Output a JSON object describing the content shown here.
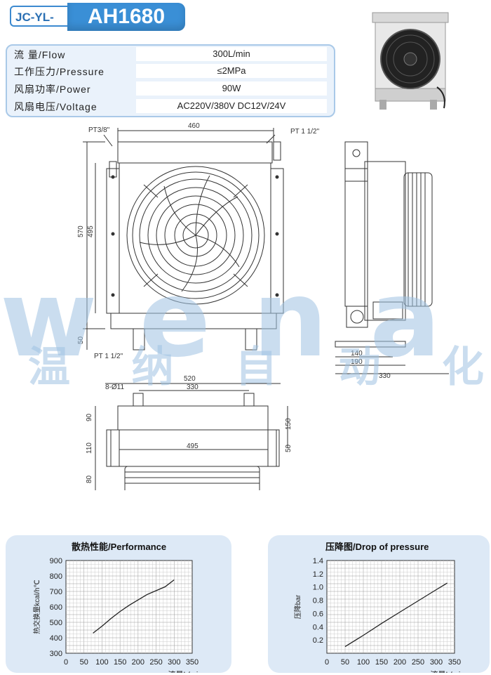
{
  "header": {
    "prefix": "JC-YL-",
    "model": "AH1680"
  },
  "specs": [
    {
      "label": "流    量/Flow",
      "value": "300L/min"
    },
    {
      "label": "工作压力/Pressure",
      "value": "≤2MPa"
    },
    {
      "label": "风扇功率/Power",
      "value": "90W"
    },
    {
      "label": "风扇电压/Voltage",
      "value": "AC220V/380V DC12V/24V"
    }
  ],
  "drawing": {
    "front": {
      "port_top_left": "PT3/8\"",
      "width_top": "460",
      "port_top_right": "PT 1 1/2\"",
      "h_outer": "570",
      "h_inner": "495",
      "h_bottom": "50",
      "port_bottom": "PT 1 1/2\""
    },
    "side": {
      "d1": "140",
      "d2": "190",
      "d3": "330"
    },
    "top": {
      "w_outer": "520",
      "w_inner": "330",
      "holes": "8-Ø11",
      "h1": "90",
      "h2": "110",
      "h3": "80",
      "w_core": "495",
      "r1": "150",
      "r2": "50"
    }
  },
  "watermark": {
    "latin": "wena",
    "chinese": [
      "温",
      "纳",
      "自",
      "动",
      "化"
    ]
  },
  "chart_data": [
    {
      "type": "line",
      "title": "散热性能/Performance",
      "xlabel": "流量L/min",
      "ylabel": "热交换量kcal/h℃",
      "x_ticks": [
        "0",
        "50",
        "100",
        "150",
        "200",
        "250",
        "300",
        "350"
      ],
      "y_ticks": [
        "300",
        "400",
        "500",
        "600",
        "700",
        "800",
        "900"
      ],
      "xlim": [
        0,
        350
      ],
      "ylim": [
        300,
        900
      ],
      "x": [
        75,
        100,
        125,
        150,
        175,
        200,
        225,
        250,
        275,
        300
      ],
      "y": [
        430,
        475,
        525,
        570,
        610,
        645,
        680,
        705,
        730,
        775
      ]
    },
    {
      "type": "line",
      "title": "压降图/Drop of pressure",
      "xlabel": "流量L/min",
      "ylabel": "压降bar",
      "x_ticks": [
        "0",
        "50",
        "100",
        "150",
        "200",
        "250",
        "300",
        "350"
      ],
      "y_ticks": [
        "0.2",
        "0.4",
        "0.6",
        "0.8",
        "1.0",
        "1.2",
        "1.4"
      ],
      "xlim": [
        0,
        350
      ],
      "ylim": [
        0,
        1.4
      ],
      "x": [
        50,
        100,
        150,
        200,
        250,
        300,
        330
      ],
      "y": [
        0.1,
        0.27,
        0.45,
        0.62,
        0.79,
        0.96,
        1.06
      ]
    }
  ]
}
